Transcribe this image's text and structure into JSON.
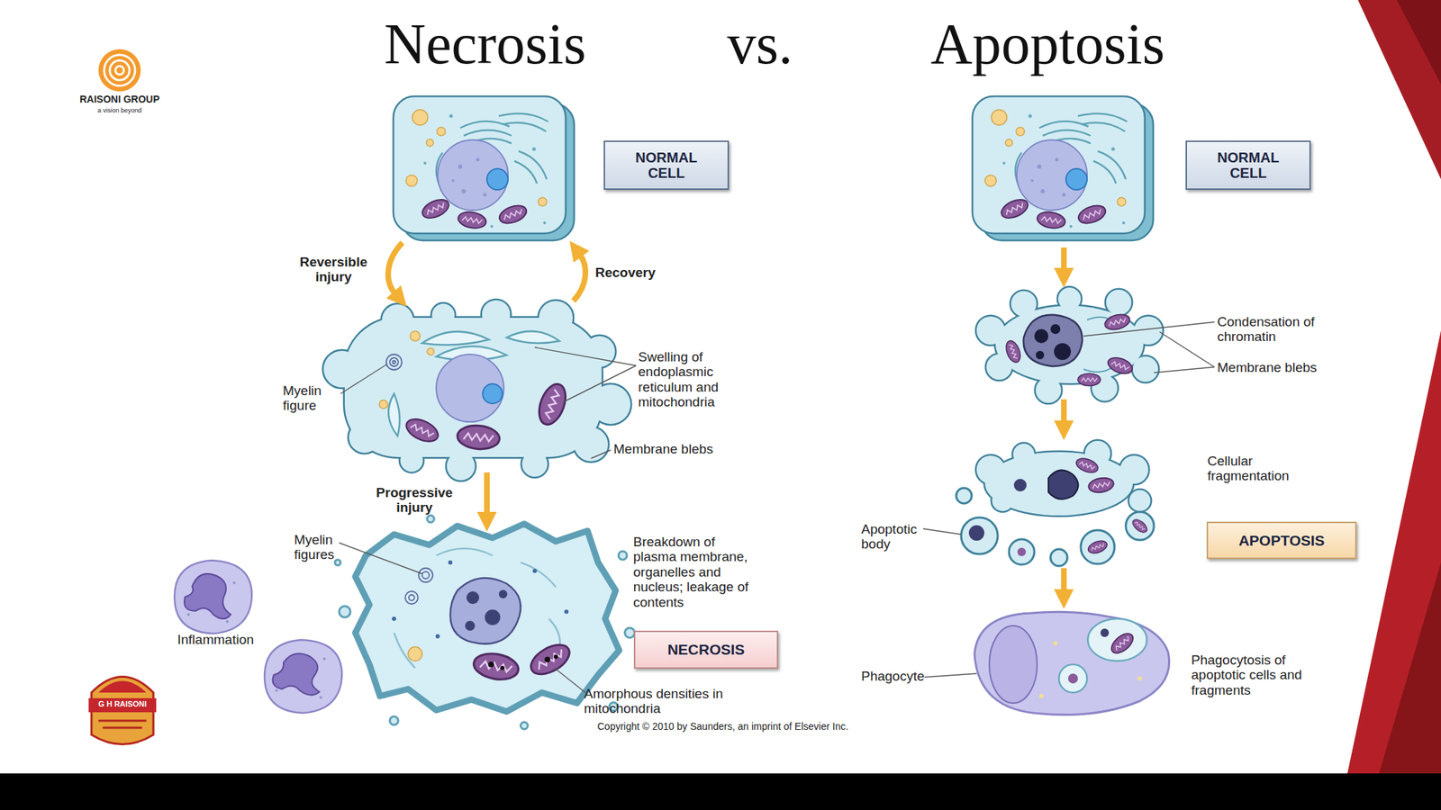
{
  "diagram": {
    "title": "Necrosis vs. Apoptosis",
    "nodes": [
      {
        "text": [
          "NORMAL CELL"
        ]
      },
      {
        "text": [
          "NORMAL CELL"
        ]
      },
      {
        "text": [
          "APOPTOSIS"
        ]
      },
      {
        "text": [
          "NECROSIS"
        ]
      }
    ],
    "labels": [
      "Reversible injury",
      "Recovery",
      "Myelin figure",
      "Swelling of endoplasmic reticulum and mitochondria",
      "Membrane blebs",
      "Progressive injury",
      "Myelin figures",
      "Breakdown of plasma membrane, organelles and nucleus; leakage of contents",
      "Inflammation",
      "Amorphous densities in mitochondria",
      "Condensation of chromatin",
      "Membrane blebs",
      "Cellular fragmentation",
      "Apoptotic body",
      "Phagocyte",
      "Phagocytosis of apoptotic cells and fragments",
      "Copyright © 2010 by Saunders, an imprint of Elsevier Inc.",
      "RAISONI GROUP",
      "a vision beyond",
      "G H RAISONI"
    ]
  }
}
